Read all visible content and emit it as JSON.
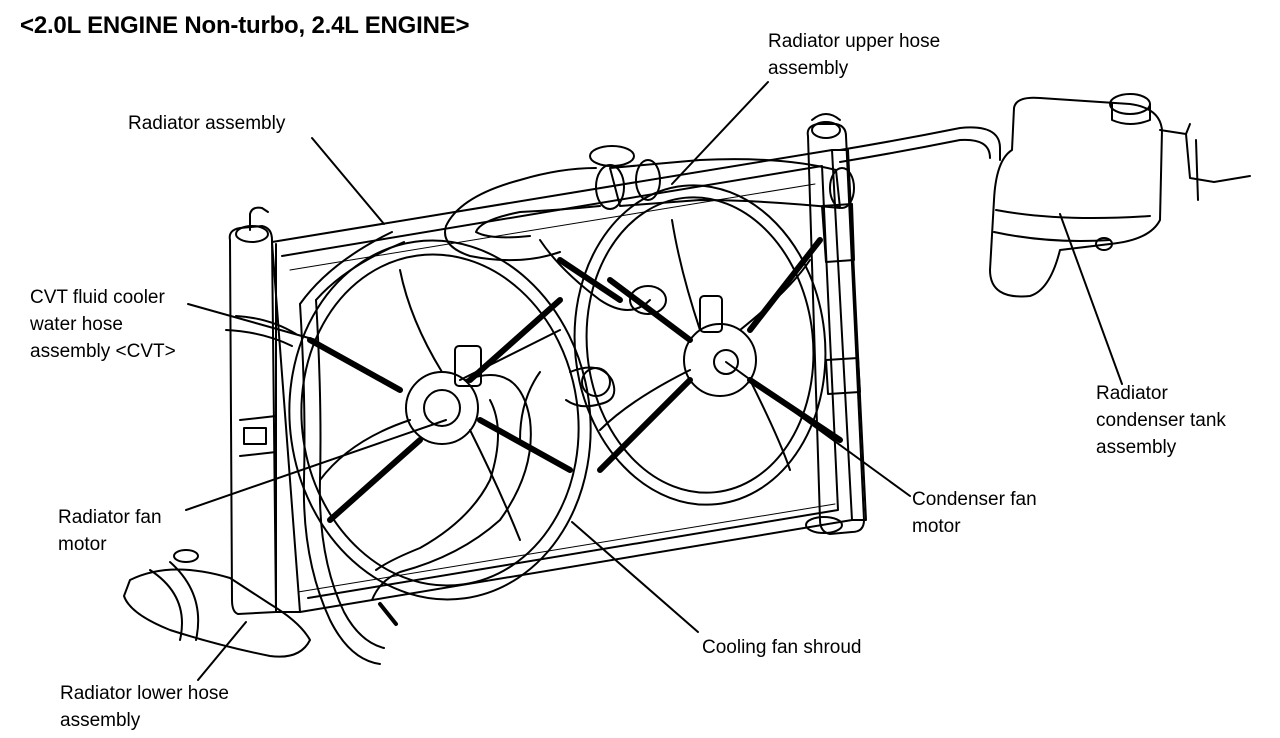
{
  "title": "<2.0L ENGINE Non-turbo, 2.4L ENGINE>",
  "labels": {
    "radiator_upper_hose": [
      "Radiator upper hose",
      "assembly"
    ],
    "radiator_assembly": [
      "Radiator assembly"
    ],
    "cvt_hose": [
      "CVT fluid cooler",
      "water hose",
      "assembly <CVT>"
    ],
    "condenser_tank": [
      "Radiator",
      "condenser tank",
      "assembly"
    ],
    "condenser_fan_motor": [
      "Condenser fan",
      "motor"
    ],
    "radiator_fan_motor": [
      "Radiator fan",
      "motor"
    ],
    "cooling_fan_shroud": [
      "Cooling fan shroud"
    ],
    "radiator_lower_hose": [
      "Radiator lower hose",
      "assembly"
    ]
  },
  "colors": {
    "ink": "#000000",
    "paper": "#ffffff"
  }
}
